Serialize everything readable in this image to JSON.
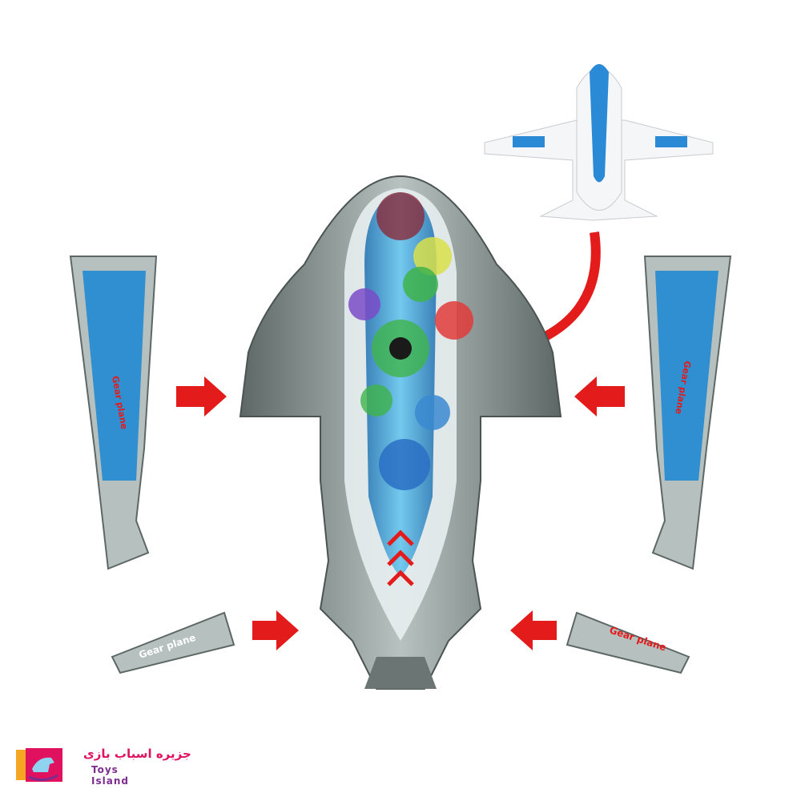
{
  "product": {
    "part_label": "Gear plane",
    "part_label_word1": "Gear",
    "part_label_word2": "plane"
  },
  "logo": {
    "text_fa": "جزیره اسباب بازی",
    "text_en": "Toys Island"
  },
  "colors": {
    "arrow": "#e31b1b",
    "body_gray": "#8e9a98",
    "canopy_blue": "#3aa6e0",
    "logo_pink": "#e0115f",
    "logo_purple": "#7b2d8e"
  }
}
